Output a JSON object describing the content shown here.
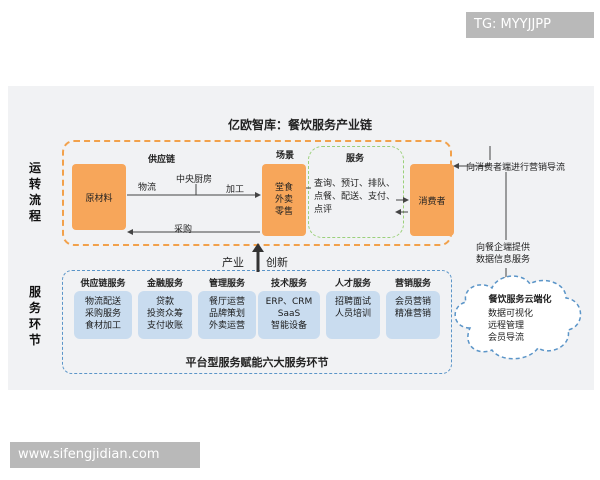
{
  "watermarks": {
    "top_right": "TG: MYYJJPP",
    "bottom_left": "www.sifengjidian.com"
  },
  "title": "亿欧智库：餐饮服务产业链",
  "row_labels": {
    "flow": "运\n转\n流\n程",
    "service": "服\n务\n环\n节"
  },
  "chain": {
    "supply_chain": "供应链",
    "scene": "场景",
    "service": "服务",
    "raw_material": "原材料",
    "logistics": "物流",
    "central_kitchen": "中央厨房",
    "processing": "加工",
    "purchase": "采购",
    "scene_box": "堂食\n外卖\n零售",
    "service_items": "查询、预订、排队、\n点餐、配送、支付、\n点评",
    "consumer": "消费者",
    "to_consumer_marketing": "向消费者端进行营销导流",
    "to_enterprise": "向餐企端提供\n数据信息服务"
  },
  "innovation": {
    "left": "产业",
    "right": "创新"
  },
  "services": [
    {
      "title": "供应链服务",
      "items": "物流配送\n采购服务\n食材加工"
    },
    {
      "title": "金融服务",
      "items": "贷款\n投资众筹\n支付收账"
    },
    {
      "title": "管理服务",
      "items": "餐厅运营\n品牌策划\n外卖运营"
    },
    {
      "title": "技术服务",
      "items": "ERP、CRM\nSaaS\n智能设备"
    },
    {
      "title": "人才服务",
      "items": "招聘面试\n人员培训"
    },
    {
      "title": "营销服务",
      "items": "会员营销\n精准营销"
    }
  ],
  "platform_caption": "平台型服务赋能六大服务环节",
  "cloud": {
    "title": "餐饮服务云端化",
    "items": "数据可视化\n远程管理\n会员导流"
  },
  "colors": {
    "orange": "#f7a65a",
    "orange_dash": "#f2a14b",
    "green_dash": "#9bd07a",
    "blue_dash": "#5b95c8",
    "blue_fill": "#c9dcef"
  }
}
